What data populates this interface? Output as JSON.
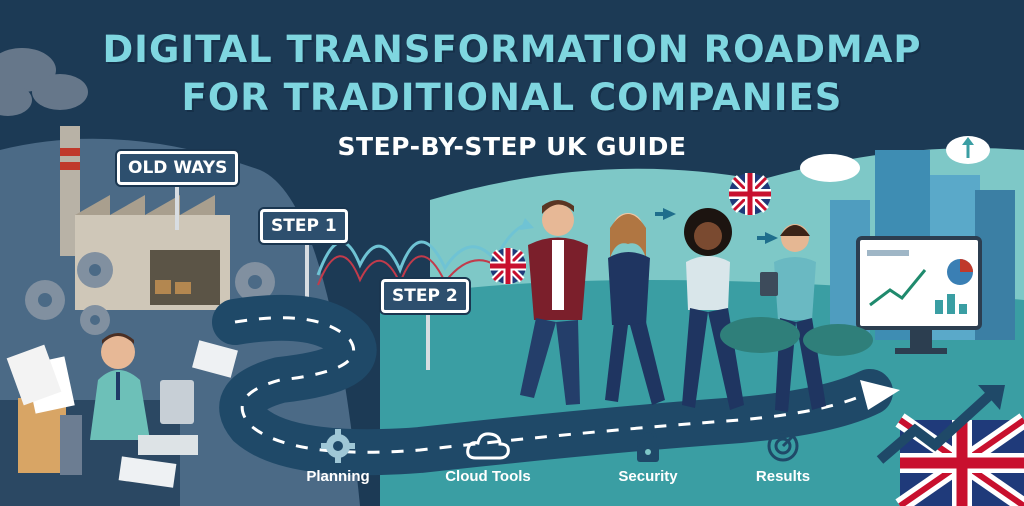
{
  "title": {
    "line1": "DIGITAL TRANSFORMATION ROADMAP",
    "line2": "FOR TRADITIONAL COMPANIES",
    "subtitle": "STEP-BY-STEP UK GUIDE"
  },
  "signs": {
    "old_ways": "OLD WAYS",
    "step1": "STEP 1",
    "step2": "STEP 2"
  },
  "milestones": [
    {
      "label": "Planning",
      "icon": "gear-icon"
    },
    {
      "label": "Cloud Tools",
      "icon": "cloud-icon"
    },
    {
      "label": "Security",
      "icon": "padlock-icon"
    },
    {
      "label": "Results",
      "icon": "target-icon"
    }
  ],
  "colors": {
    "background": "#1c3a55",
    "title": "#7fd6e0",
    "road": "#1f4968",
    "teal_ground": "#3a9ea3"
  }
}
